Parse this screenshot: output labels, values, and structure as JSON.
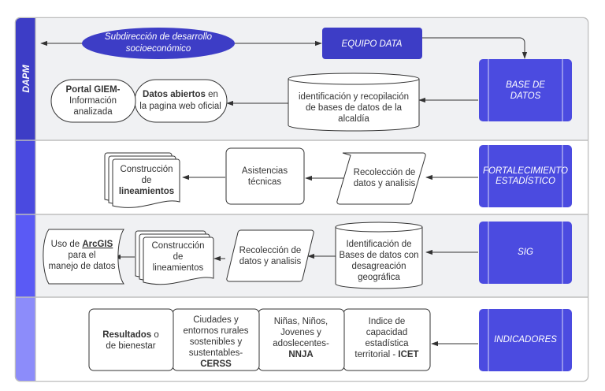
{
  "colors": {
    "lane_dapm": "#3d3dc6",
    "lane_fortalecimiento": "#4a4ae0",
    "lane_sig": "#5a5af5",
    "lane_indicadores": "#8c8cfa",
    "process_blue": "#3d3dc6",
    "subprocess_blue": "#4b4be0",
    "lane_bg_gray": "#f0f1f3",
    "lane_bg_white": "#ffffff",
    "stroke": "#333333"
  },
  "lanes": [
    {
      "id": "dapm",
      "label": "DAPM"
    },
    {
      "id": "fortalecimiento",
      "label": ""
    },
    {
      "id": "sig",
      "label": ""
    },
    {
      "id": "indicadores",
      "label": ""
    }
  ],
  "lane1": {
    "subdireccion": [
      "Subdirección de desarrollo",
      "socioeconómico"
    ],
    "equipo": "EQUIPO DATA",
    "base_datos": [
      "BASE DE",
      "DATOS"
    ],
    "cylinder": [
      "identificación y recopilación",
      "de bases de datos de la",
      "alcaldía"
    ],
    "datos_abiertos": {
      "bold": "Datos abiertos",
      "rest": " en",
      "line2": "la pagina web oficial"
    },
    "portal": {
      "bold": "Portal GIEM-",
      "line2": "Información",
      "line3": "analizada"
    }
  },
  "lane2": {
    "fortalecimiento": [
      "FORTALECIMIENTO",
      "ESTADÍSTICO"
    ],
    "recoleccion": [
      "Recolección de",
      "datos y analisis"
    ],
    "asistencias": [
      "Asistencias",
      "técnicas"
    ],
    "construccion": {
      "line1": "Construcción",
      "line2": "de",
      "bold": "lineamientos"
    }
  },
  "lane3": {
    "sig": "SIG",
    "cylinder": [
      "Identificación de",
      "Bases de datos con",
      "desagreación",
      "geográfica"
    ],
    "recoleccion": [
      "Recolección de",
      "datos y analisis"
    ],
    "construccion": [
      "Construcción",
      "de",
      "lineamientos"
    ],
    "arcgis": {
      "pre": "Uso de ",
      "bold": "ArcGIS",
      "line2": "para el",
      "line3": "manejo de datos"
    }
  },
  "lane4": {
    "indicadores": "INDICADORES",
    "icet": {
      "line1": "Indice de",
      "line2": "capacidad",
      "line3": "estadística",
      "pre4": "territorial - ",
      "bold4": "ICET"
    },
    "nnja": {
      "line1": "Niñas, Niños,",
      "line2": "Jovenes y",
      "line3": "adoslecentes-",
      "bold4": "NNJA"
    },
    "cerss": {
      "line1": "Ciudades y",
      "line2": "entornos rurales",
      "line3": "sostenibles y",
      "line4": "sustentables-",
      "bold5": "CERSS"
    },
    "resultados": {
      "bold": "Resultados",
      "rest": " o",
      "line2": "de bienestar"
    }
  }
}
